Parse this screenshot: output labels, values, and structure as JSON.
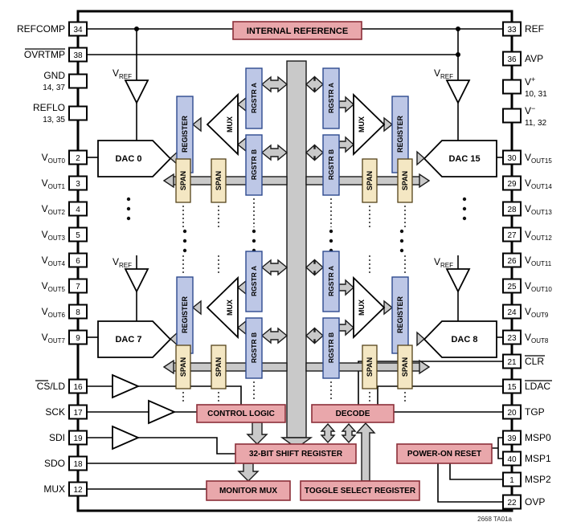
{
  "note": "2668 TA01a",
  "colors": {
    "block_pink": "#e9a7ab",
    "block_pink_border": "#8c2f39",
    "register_blue": "#bdc7e6",
    "register_blue_border": "#2e4a8f",
    "span_tan": "#f4e7c3",
    "bus_gray": "#c9c9c9",
    "line_black": "#000000"
  },
  "blocks": {
    "internal_reference": "INTERNAL REFERENCE",
    "control_logic": "CONTROL LOGIC",
    "decode": "DECODE",
    "shift_register": "32-BIT SHIFT REGISTER",
    "power_on_reset": "POWER-ON RESET",
    "monitor_mux": "MONITOR MUX",
    "toggle_select_register": "TOGGLE SELECT REGISTER",
    "register": "REGISTER",
    "rgstr_a": "RGSTR A",
    "rgstr_b": "RGSTR B",
    "span": "SPAN",
    "mux": "MUX",
    "dac0": "DAC 0",
    "dac7": "DAC 7",
    "dac8": "DAC 8",
    "dac15": "DAC 15"
  },
  "vref": {
    "main": "V",
    "sub": "REF"
  },
  "left_pins": [
    {
      "name": "REFCOMP",
      "num": "34"
    },
    {
      "name": "OVRTMP",
      "num": "38",
      "overline": true
    },
    {
      "name": "GND",
      "pins": "14, 37"
    },
    {
      "name": "REFLO",
      "pins": "13, 35"
    },
    {
      "main": "V",
      "sub": "OUT0",
      "num": "2"
    },
    {
      "main": "V",
      "sub": "OUT1",
      "num": "3"
    },
    {
      "main": "V",
      "sub": "OUT2",
      "num": "4"
    },
    {
      "main": "V",
      "sub": "OUT3",
      "num": "5"
    },
    {
      "main": "V",
      "sub": "OUT4",
      "num": "6"
    },
    {
      "main": "V",
      "sub": "OUT5",
      "num": "7"
    },
    {
      "main": "V",
      "sub": "OUT6",
      "num": "8"
    },
    {
      "main": "V",
      "sub": "OUT7",
      "num": "9"
    },
    {
      "name": "CS/LD",
      "num": "16",
      "overline": true
    },
    {
      "name": "SCK",
      "num": "17"
    },
    {
      "name": "SDI",
      "num": "19"
    },
    {
      "name": "SDO",
      "num": "18"
    },
    {
      "name": "MUX",
      "num": "12"
    }
  ],
  "right_pins": [
    {
      "name": "REF",
      "num": "33"
    },
    {
      "name": "AVP",
      "num": "36"
    },
    {
      "main": "V",
      "sup": "+",
      "pins": "10, 31"
    },
    {
      "main": "V",
      "sup": "−",
      "pins": "11, 32"
    },
    {
      "main": "V",
      "sub": "OUT15",
      "num": "30"
    },
    {
      "main": "V",
      "sub": "OUT14",
      "num": "29"
    },
    {
      "main": "V",
      "sub": "OUT13",
      "num": "28"
    },
    {
      "main": "V",
      "sub": "OUT12",
      "num": "27"
    },
    {
      "main": "V",
      "sub": "OUT11",
      "num": "26"
    },
    {
      "main": "V",
      "sub": "OUT10",
      "num": "25"
    },
    {
      "main": "V",
      "sub": "OUT9",
      "num": "24"
    },
    {
      "main": "V",
      "sub": "OUT8",
      "num": "23"
    },
    {
      "name": "CLR",
      "num": "21",
      "overline": true
    },
    {
      "name": "LDAC",
      "num": "15",
      "overline": true
    },
    {
      "name": "TGP",
      "num": "20"
    },
    {
      "name": "MSP0",
      "num": "39"
    },
    {
      "name": "MSP1",
      "num": "40"
    },
    {
      "name": "MSP2",
      "num": "1"
    },
    {
      "name": "OVP",
      "num": "22"
    }
  ]
}
